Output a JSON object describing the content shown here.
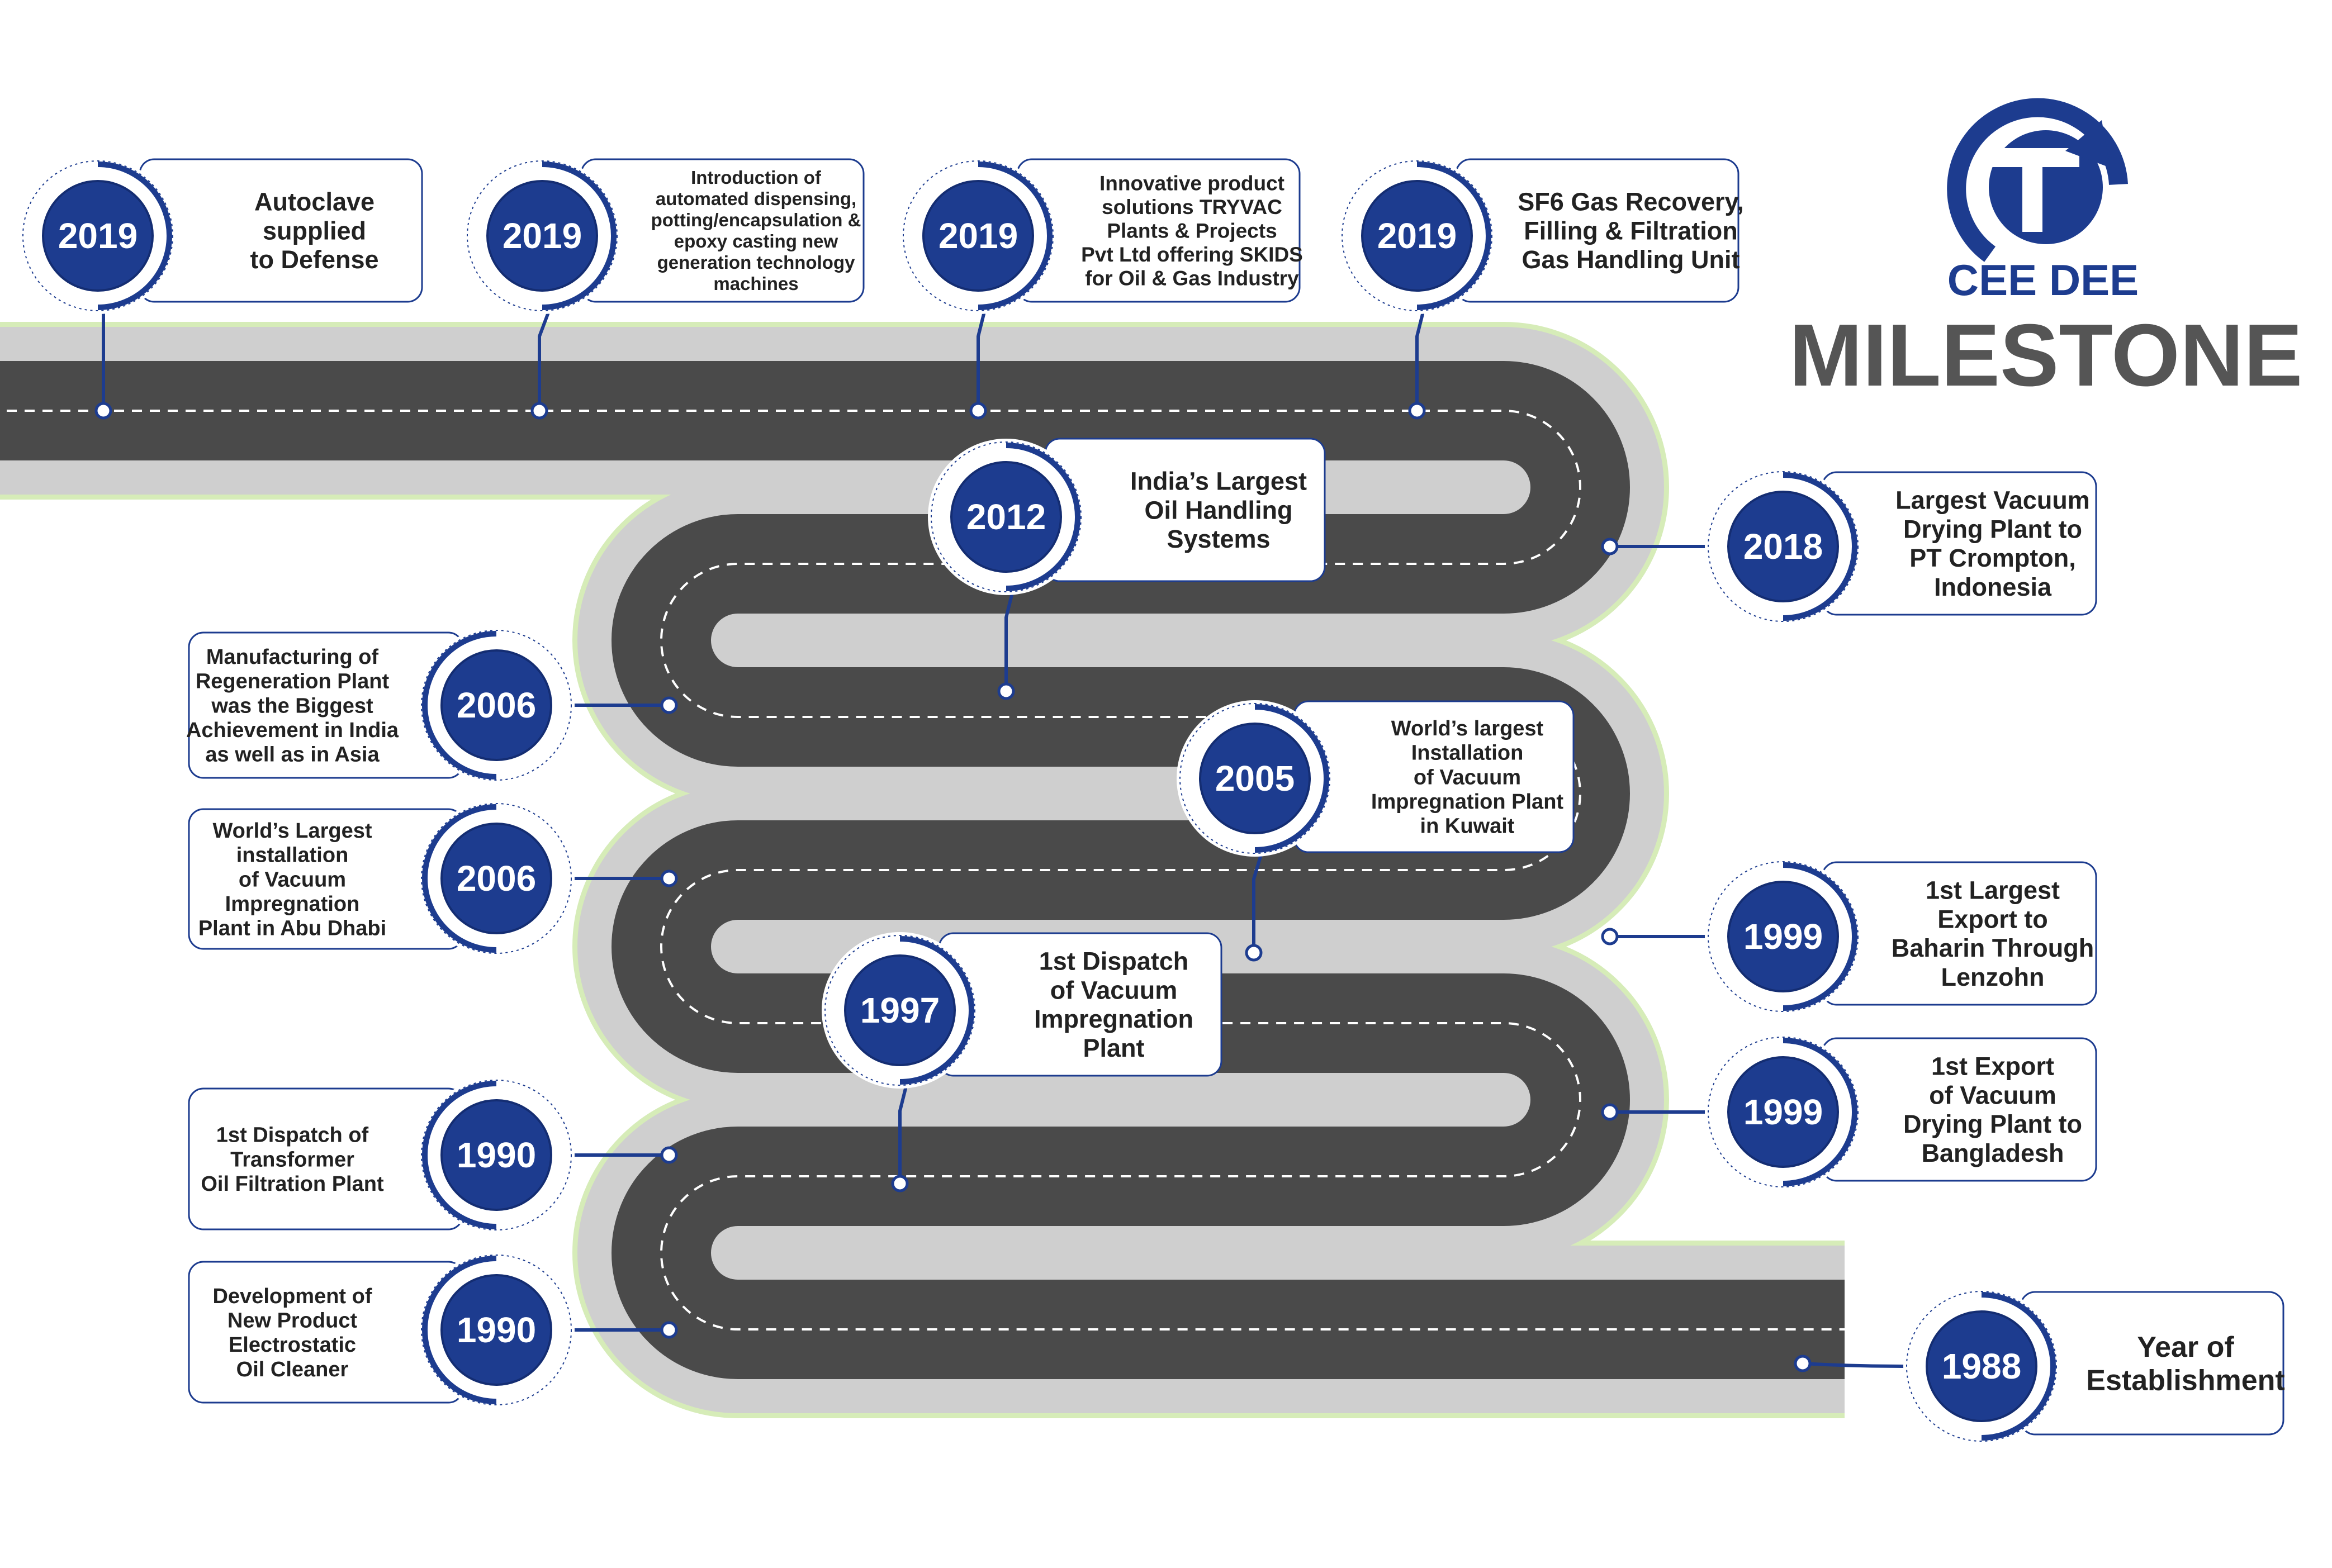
{
  "header": {
    "brand": "CEE DEE",
    "title": "MILESTONE"
  },
  "colors": {
    "navy": "#1d3c8f",
    "navy_dark": "#142d72",
    "road": "#4a4a4a",
    "road_edge": "#cfcfcf",
    "road_glow": "#d6ecb8",
    "title_gray": "#555555",
    "text": "#222222"
  },
  "milestones": [
    {
      "year": "2019",
      "lines": [
        "Autoclave",
        "supplied",
        "to Defense"
      ]
    },
    {
      "year": "2019",
      "lines": [
        "Introduction of",
        "automated dispensing,",
        "potting/encapsulation &",
        "epoxy casting new",
        "generation technology",
        "machines"
      ]
    },
    {
      "year": "2019",
      "lines": [
        "Innovative product",
        "solutions TRYVAC",
        "Plants & Projects",
        "Pvt Ltd offering SKIDS",
        "for Oil & Gas Industry"
      ]
    },
    {
      "year": "2019",
      "lines": [
        "SF6 Gas Recovery,",
        "Filling & Filtration",
        "Gas Handling Unit"
      ]
    },
    {
      "year": "2012",
      "lines": [
        "India’s Largest",
        "Oil Handling",
        "Systems"
      ]
    },
    {
      "year": "2018",
      "lines": [
        "Largest Vacuum",
        "Drying Plant to",
        "PT Crompton,",
        "Indonesia"
      ]
    },
    {
      "year": "2006",
      "lines": [
        "Manufacturing of",
        "Regeneration Plant",
        "was the Biggest",
        "Achievement in India",
        "as well as in Asia"
      ]
    },
    {
      "year": "2005",
      "lines": [
        "World’s largest",
        "Installation",
        "of Vacuum",
        "Impregnation Plant",
        "in Kuwait"
      ]
    },
    {
      "year": "2006",
      "lines": [
        "World’s Largest",
        "installation",
        "of Vacuum",
        "Impregnation",
        "Plant in Abu Dhabi"
      ]
    },
    {
      "year": "1999",
      "lines": [
        "1st Largest",
        "Export to",
        "Baharin Through",
        "Lenzohn"
      ]
    },
    {
      "year": "1997",
      "lines": [
        "1st Dispatch",
        "of Vacuum",
        "Impregnation",
        "Plant"
      ]
    },
    {
      "year": "1999",
      "lines": [
        "1st Export",
        "of Vacuum",
        "Drying Plant to",
        "Bangladesh"
      ]
    },
    {
      "year": "1990",
      "lines": [
        "1st Dispatch of",
        "Transformer",
        "Oil Filtration Plant"
      ]
    },
    {
      "year": "1990",
      "lines": [
        "Development of",
        "New Product",
        "Electrostatic",
        "Oil Cleaner"
      ]
    },
    {
      "year": "1988",
      "lines": [
        "Year of",
        "Establishment"
      ]
    }
  ]
}
